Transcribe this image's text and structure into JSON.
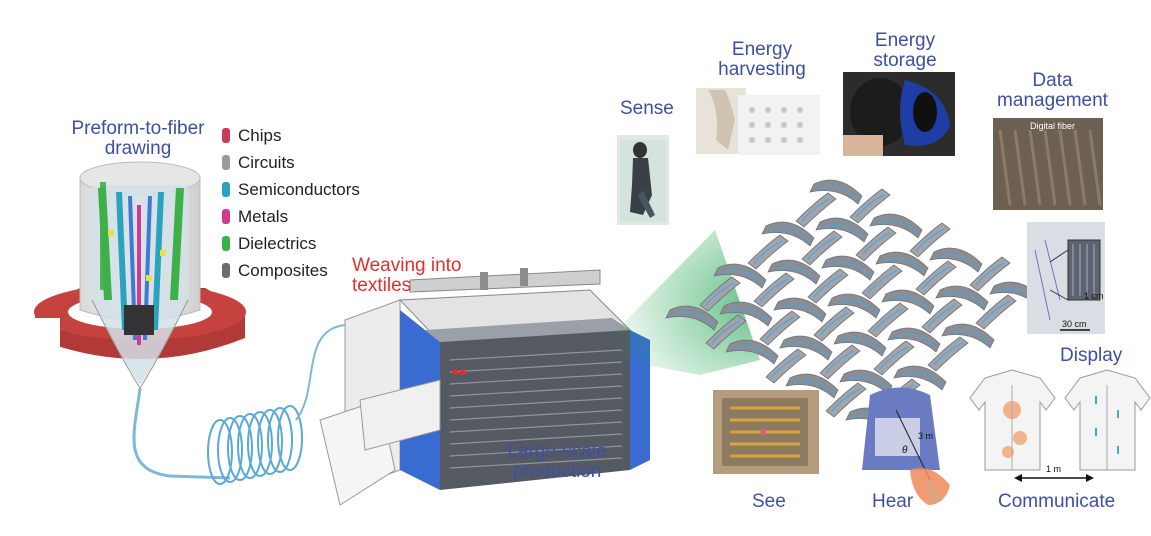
{
  "labels": {
    "drawing": "Preform-to-fiber drawing",
    "weaving": "Weaving into textiles",
    "production": "Large-scale production",
    "sense": "Sense",
    "harvesting": "Energy harvesting",
    "storage": "Energy storage",
    "data": "Data management",
    "display": "Display",
    "see": "See",
    "hear": "Hear",
    "communicate": "Communicate"
  },
  "legend": [
    {
      "label": "Chips",
      "color": "#c93b57"
    },
    {
      "label": "Circuits",
      "color": "#9a9a9a"
    },
    {
      "label": "Semiconductors",
      "color": "#2aa3bf"
    },
    {
      "label": "Metals",
      "color": "#d03a8f"
    },
    {
      "label": "Dielectrics",
      "color": "#3db04a"
    },
    {
      "label": "Composites",
      "color": "#6d6d6d"
    }
  ],
  "photo_labels": {
    "digital_fiber": "Digital fiber",
    "scale_1cm": "1 cm",
    "scale_30cm": "30 cm",
    "distance_3m": "3 m",
    "theta": "θ",
    "distance_1m": "1 m"
  },
  "colors": {
    "label_blue": "#3e4fa3",
    "label_red": "#e0302e",
    "magnet_red": "#c6423f",
    "loom_blue": "#3a6bd1",
    "fabric_gray": "#8a8d93",
    "fiber_blue": "#4aa6e0"
  }
}
